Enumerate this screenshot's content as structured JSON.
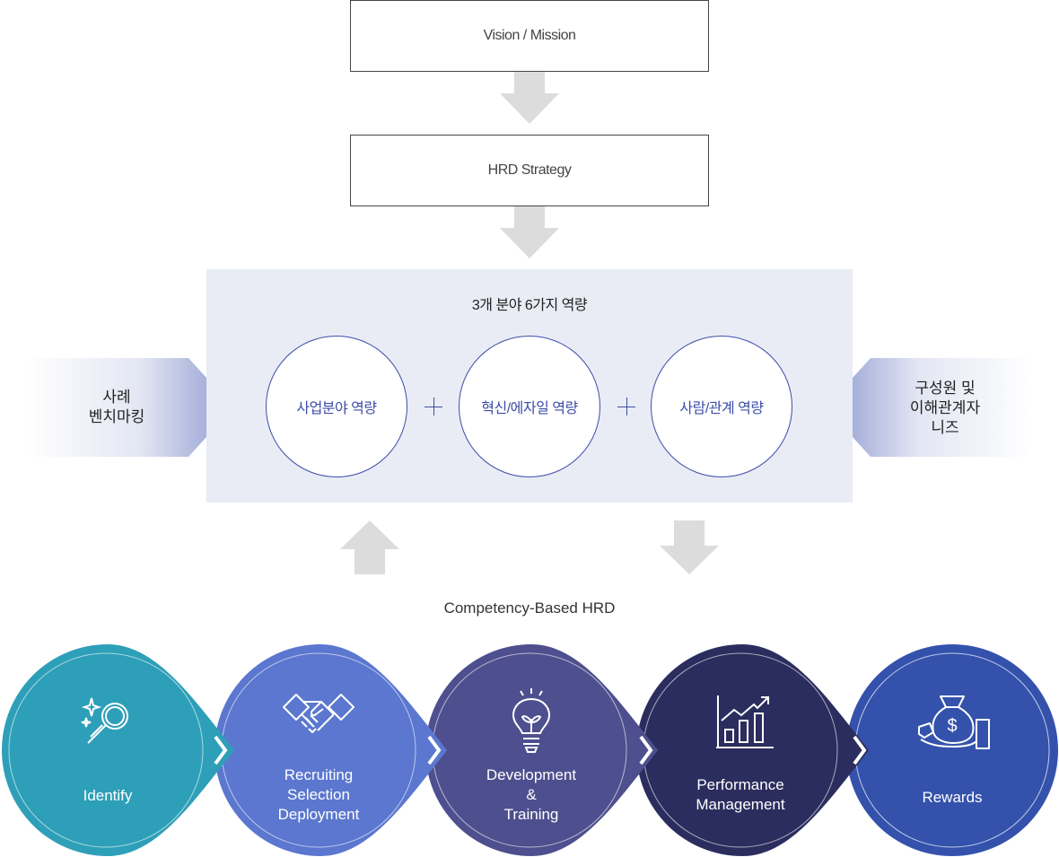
{
  "strategy": {
    "vision_label": "Vision /  Mission",
    "hrd_label": "HRD Strategy"
  },
  "competency": {
    "title": "3개 분야 6가지 역량",
    "circles": [
      "사업분야 역량",
      "혁신/에자일 역량",
      "사람/관계 역량"
    ]
  },
  "inputs": {
    "left": [
      "사례",
      "벤치마킹"
    ],
    "right": [
      "구성원 및",
      "이해관계자",
      "니즈"
    ]
  },
  "process": {
    "title": "Competency-Based HRD",
    "steps": [
      {
        "lines": [
          "Identify"
        ],
        "icon": "magnifier-sparkle-icon",
        "color": "#2e9fb8"
      },
      {
        "lines": [
          "Recruiting",
          "Selection",
          "Deployment"
        ],
        "icon": "handshake-icon",
        "color": "#5b77cf"
      },
      {
        "lines": [
          "Development",
          "&",
          "Training"
        ],
        "icon": "lightbulb-icon",
        "color": "#4e4f8e"
      },
      {
        "lines": [
          "Performance",
          "Management"
        ],
        "icon": "growth-chart-icon",
        "color": "#2b2d5e"
      },
      {
        "lines": [
          "Rewards"
        ],
        "icon": "money-bag-hand-icon",
        "color": "#3452ac"
      }
    ]
  },
  "colors": {
    "accent": "#3d4ca8",
    "panel": "#e9ecf5",
    "arrow_gray": "#dcdcdc"
  }
}
